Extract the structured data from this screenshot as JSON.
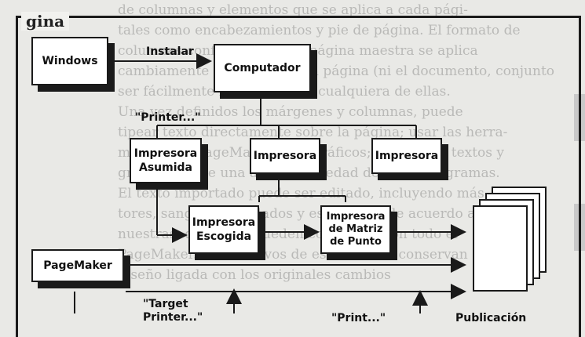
{
  "header": {
    "label": "gina"
  },
  "boxes": {
    "windows": "Windows",
    "computador": "Computador",
    "asumida": "Impresora\nAsumida",
    "impresora_mid": "Impresora",
    "impresora_right": "Impresora",
    "escogida": "Impresora\nEscogida",
    "matriz": "Impresora\nde Matriz\nde Punto",
    "pagemaker": "PageMaker"
  },
  "labels": {
    "instalar": "Instalar",
    "printer": "\"Printer...\"",
    "target_printer_line1": "\"Target",
    "target_printer_line2": "Printer...\"",
    "print": "\"Print...\"",
    "publicacion": "Publicación"
  },
  "background_text": [
    "de columnas y elementos que se aplica a cada pági-",
    "tales como encabezamientos y pie de página. El formato de",
    "columnas configurado en la página maestra se aplica",
    "cambiamente aplicado a cada página (ni el documento, conjunto",
    "ser fácilmente modificado en cualquiera de ellas.",
    "Una vez definidos los márgenes y columnas, puede",
    "tipear texto directamente sobre la página; usar las herra-",
    "mientas de PageMaker para gráficos; e importar textos y",
    "gráficos desde una amplia variedad de otros programas.",
    "El texto importado puede ser editado, incluyendo más",
    "tores, sangrías, tabulados y espaciados de acuerdo a las",
    "nuestras, de que se pueden configurar con todo el",
    "PageMaker. Los archivos de ese manera, conservan el",
    "diseño ligada con los originales cambios"
  ]
}
